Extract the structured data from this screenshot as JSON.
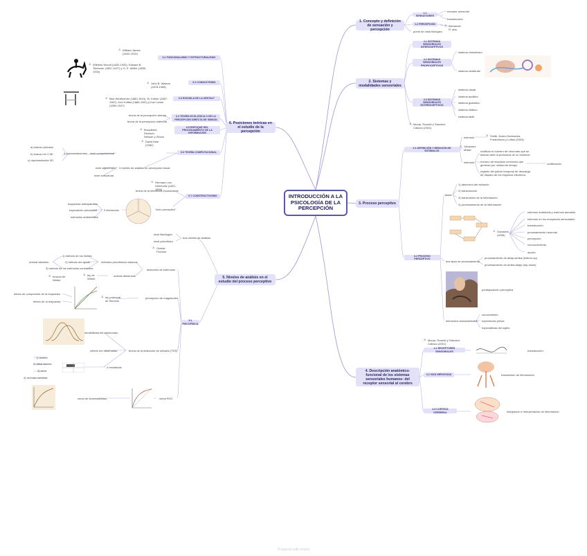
{
  "central": "INTRODUCCIÓN A LA PSICOLOGÍA DE LA PERCEPCIÓN",
  "footer": "Prepared with emind",
  "r1": {
    "title": "1. Concepto y definición de sensación y percepción",
    "sens": "1.1 SENSACIONES",
    "sens_a": "receptor sensorial",
    "sens_b": "transducción",
    "perc": "1.2 PERCEPCIÓN",
    "perc_person": "Alexander R. aria",
    "perc_a": "punto de vista biológico"
  },
  "r2": {
    "title": "2. Sistemas y modalidades sensoriales",
    "s21": "2.1 SISTEMAS SENSORIALES INTEROCEPTIVOS",
    "s22": "2.2 SISTEMAS SENSORIALES PROPIOCEPTIVOS",
    "s22_a": "sistema cinestésico",
    "s22_b": "sistema vestibular",
    "s23": "2.3 SISTEMAS SENSORIALES EXTEROCEPTIVOS",
    "s23_items": [
      "sistema visual",
      "sistema auditivo",
      "sistema gustativo",
      "sistema olfativo",
      "sistema táctil"
    ],
    "ref": "Munar, Roselló y Sánchez Cabaco (2001)"
  },
  "r3": {
    "title": "3. Proceso perceptivo",
    "s31": "3.1 DEFINICIÓN Y MEDICIÓN DE ESTÍMULOS",
    "dist": "estímulo",
    "dist_ref": "Smith, Nolen-Hoeksema, Fredrickson y Loftus (2003)",
    "eval": "estímulo",
    "eval_person": "Johannes Müller",
    "m_a": "codificar el número de neuronas que se activan ante la presencia de un estímulo",
    "m_b": "número de impulsos nerviosos que generan por unidad de tiempo",
    "m_b2": "codificación",
    "m_c": "registro del patrón temporal de descarga de disparo de los impulsos eléctricos",
    "s32": "3.2 PROCESO PERCEPTIVO",
    "fases": "fases",
    "fase_items": [
      "1) detección del estímulo",
      "2) transducción",
      "3) transmisión de la información",
      "4) procesamiento de la información"
    ],
    "gold": "Goldstein (2006)",
    "gold_items": [
      "estímulo ambiental y estímulo atendido",
      "estímulo en los receptores sensoriales",
      "transducción",
      "procesamiento neuronal",
      "percepción",
      "reconocimiento",
      "acción"
    ],
    "tipos": "dos tipos de procesamiento",
    "tipos_items": [
      "procesamiento de abajo-arriba (bottom-up)",
      "procesamiento de arriba-abajo (top-down)"
    ],
    "pred": "predisposición perceptiva",
    "elem": "elementos fundamentales",
    "elem_items": [
      "conocimiento",
      "experiencia previa",
      "expectativas del sujeto"
    ]
  },
  "r4": {
    "title": "4. Descripción anatómico-funcional de los sistemas sensoriales humanos: del receptor sensorial al cerebro",
    "ref": "Munar, Roselló y Sánchez Cabaco (2001)",
    "s41": "4.1 RECEPTORES SENSORIALES",
    "s41_a": "transducción",
    "s42": "4.2 VÍAS NERVIOSAS",
    "s42_a": "transmisión de información",
    "s43": "4.3 CORTEZA CEREBRAL",
    "s43_a": "integración e interpretación de información"
  },
  "l1": {
    "title": "6. Posiciones teóricas en el estudio de la percepción",
    "s61": "6.1 FUNCIONALISMO Y ESTRUCTURALISMO",
    "s61_a": "William James (1842-1910)",
    "s61_b": "Wilhelm Wundt (1832-1920), Edward B. Titchener (1867-1927) y G. E. Müller (1850-1934)",
    "s62": "6.2 CONDUCTISMO",
    "s62_a": "John B. Watson (1878-1958)",
    "s63": "6.3 ESCUELA DE LA GESTALT",
    "s63_a": "Max Wertheimer (1880-1943), W. Köhler (1887-1967), Kurt Koffka (1886-1941) y Kurt Lewin (1890-1947)",
    "s64": "6.4 TEORÍA ECOLÓGICA O DE LA PERCEPCIÓN DIRECTA DE GIBSON",
    "s64_a": "teoría de la percepción directa",
    "s64_b": "teoría de la percepción indirecta",
    "s65": "6.5 ENFOQUE DEL PROCESAMIENTO DE LA INFORMACIÓN",
    "s65_a": "Broadbent, Deutsch, Neisser y Simon",
    "s66": "6.6 TEORÍA COMPUTACIONAL",
    "s66_a": "David Marr (1982)",
    "s66_b": "nivel computacional",
    "s66_c": "3 representaciones",
    "s66_reps": [
      "a) esbozo primario",
      "b) esbozo en 2,5D",
      "c) representación 3D"
    ],
    "s66_d": "3 niveles de análisis en percepción visual",
    "s66_e": "nivel algorítmico",
    "s66_f": "nivel estructural",
    "s67": "6.7 CONSTRUCTIVISMO",
    "s67_a": "Hermann von Helmholtz (1821-1894)",
    "s67_b": "teoría de la inferencia inconsciente",
    "s67_c": "\"ciclo perceptivo\"",
    "s67_d": "3 elementos",
    "s67_items": [
      "esquemas anticipatorios",
      "exploración perceptual",
      "estímulos ambientales"
    ]
  },
  "l2": {
    "title": "5. Niveles de análisis en el estudio del proceso perceptivo",
    "niv": "dos niveles de análisis",
    "niv_a": "nivel fisiológico",
    "niv_b": "nivel psicofísico",
    "s51": "5.1 PSICOFÍSICA",
    "fech": "Gustav Fechner",
    "det": "detección de estímulos",
    "clas": "métodos psicofísicos clásicos",
    "clas_items": [
      "1) método de los límites",
      "2) método del ajuste",
      "3) método de los estímulos constantes"
    ],
    "abs": "umbral absoluto",
    "dif": "umbral diferencial",
    "weber": "ley de Weber",
    "func": "función de Weber",
    "mag": "percepción de magnitudes",
    "stev": "ley potencial de Stevens",
    "mag_a": "efecto de compresión de la respuesta",
    "mag_b": "efecto de la respuesta",
    "tds": "teoría de la detección de señales (TDS)",
    "tds_a": "sensibilidad del observador",
    "tds_b": "criterio del observador",
    "tds_c": "4 resultados",
    "tds_items": [
      "1) acierto",
      "2) falsa alarma",
      "3) error",
      "4) rechazo correcto"
    ],
    "roc": "curva ROC",
    "roc_a": "curva de isosensibilidad"
  }
}
